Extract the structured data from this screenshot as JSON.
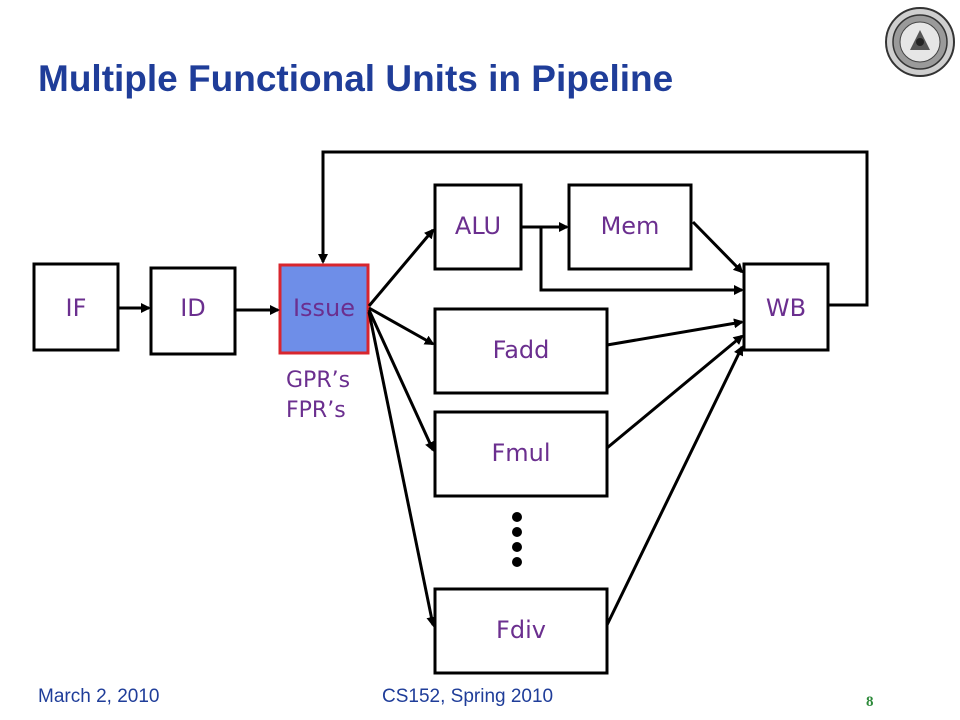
{
  "slide": {
    "title": "Multiple Functional Units in Pipeline",
    "footer_date": "March 2, 2010",
    "footer_course": "CS152, Spring 2010",
    "page_number": "8"
  },
  "diagram": {
    "boxes": {
      "if": "IF",
      "id": "ID",
      "issue": "Issue",
      "alu": "ALU",
      "mem": "Mem",
      "fadd": "Fadd",
      "fmul": "Fmul",
      "fdiv": "Fdiv",
      "wb": "WB"
    },
    "register_files": [
      "GPR’s",
      "FPR’s"
    ],
    "colors": {
      "issue_fill": "#6e8ee8",
      "issue_border": "#d8262e",
      "label_text": "#6b2f8f",
      "title_text": "#1f3d99"
    }
  }
}
